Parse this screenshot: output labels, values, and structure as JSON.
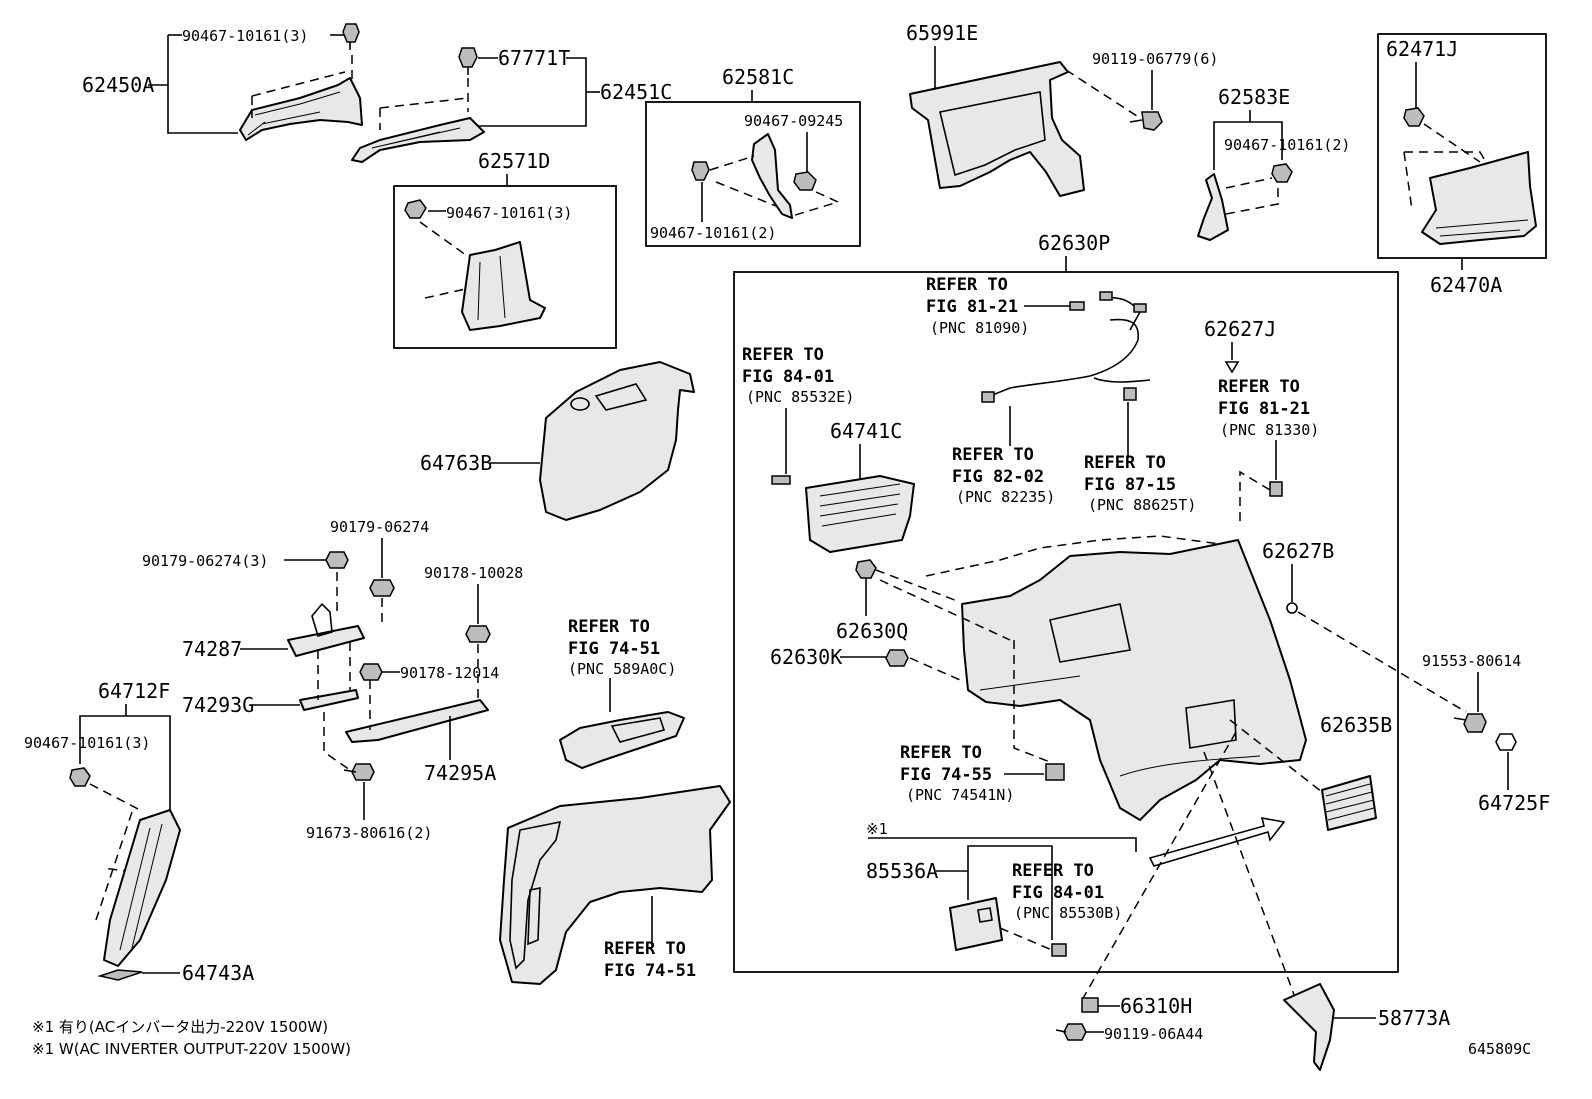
{
  "diagram_id": "645809C",
  "colors": {
    "line": "#000000",
    "background": "#ffffff",
    "part_fill": "#e8e8e8"
  },
  "labels": {
    "p62450A": "62450A",
    "p90467_10161_3_a": "90467-10161(3)",
    "p67771T": "67771T",
    "p62451C": "62451C",
    "p62571D": "62571D",
    "p90467_10161_3_b": "90467-10161(3)",
    "p62581C": "62581C",
    "p90467_09245": "90467-09245",
    "p90467_10161_2_a": "90467-10161(2)",
    "p65991E": "65991E",
    "p90119_06779": "90119-06779(6)",
    "p62583E": "62583E",
    "p90467_10161_2_b": "90467-10161(2)",
    "p62471J": "62471J",
    "p62470A": "62470A",
    "p62630P": "62630P",
    "p64763B": "64763B",
    "p64741C": "64741C",
    "p62627J": "62627J",
    "p62627B": "62627B",
    "p62630Q": "62630Q",
    "p62630K": "62630K",
    "p91553_80614": "91553-80614",
    "p62635B": "62635B",
    "p64725F": "64725F",
    "p90179_06274_3": "90179-06274(3)",
    "p90179_06274": "90179-06274",
    "p90178_10028": "90178-10028",
    "p74287": "74287",
    "p90178_12014": "90178-12014",
    "p74293G": "74293G",
    "p74295A": "74295A",
    "p91673_80616": "91673-80616(2)",
    "p64712F": "64712F",
    "p90467_10161_3_c": "90467-10161(3)",
    "p64743A": "64743A",
    "p85536A": "85536A",
    "p66310H": "66310H",
    "p90119_06A44": "90119-06A44",
    "p58773A": "58773A",
    "mark_1": "※1"
  },
  "references": {
    "r1": {
      "line1": "REFER TO",
      "line2": "FIG 81-21",
      "line3": "(PNC 81090)"
    },
    "r2": {
      "line1": "REFER TO",
      "line2": "FIG 84-01",
      "line3": "(PNC 85532E)"
    },
    "r3": {
      "line1": "REFER TO",
      "line2": "FIG 81-21",
      "line3": "(PNC 81330)"
    },
    "r4": {
      "line1": "REFER TO",
      "line2": "FIG 82-02",
      "line3": "(PNC 82235)"
    },
    "r5": {
      "line1": "REFER TO",
      "line2": "FIG 87-15",
      "line3": "(PNC 88625T)"
    },
    "r6": {
      "line1": "REFER TO",
      "line2": "FIG 74-51",
      "line3": "(PNC 589A0C)"
    },
    "r7": {
      "line1": "REFER TO",
      "line2": "FIG 74-55",
      "line3": "(PNC 74541N)"
    },
    "r8": {
      "line1": "REFER TO",
      "line2": "FIG 84-01",
      "line3": "(PNC 85530B)"
    },
    "r9": {
      "line1": "REFER TO",
      "line2": "FIG 74-51"
    }
  },
  "notes": {
    "jp": "※1 有り(ACインバータ出力-220V 1500W)",
    "en": "※1 W(AC INVERTER OUTPUT-220V 1500W)"
  }
}
